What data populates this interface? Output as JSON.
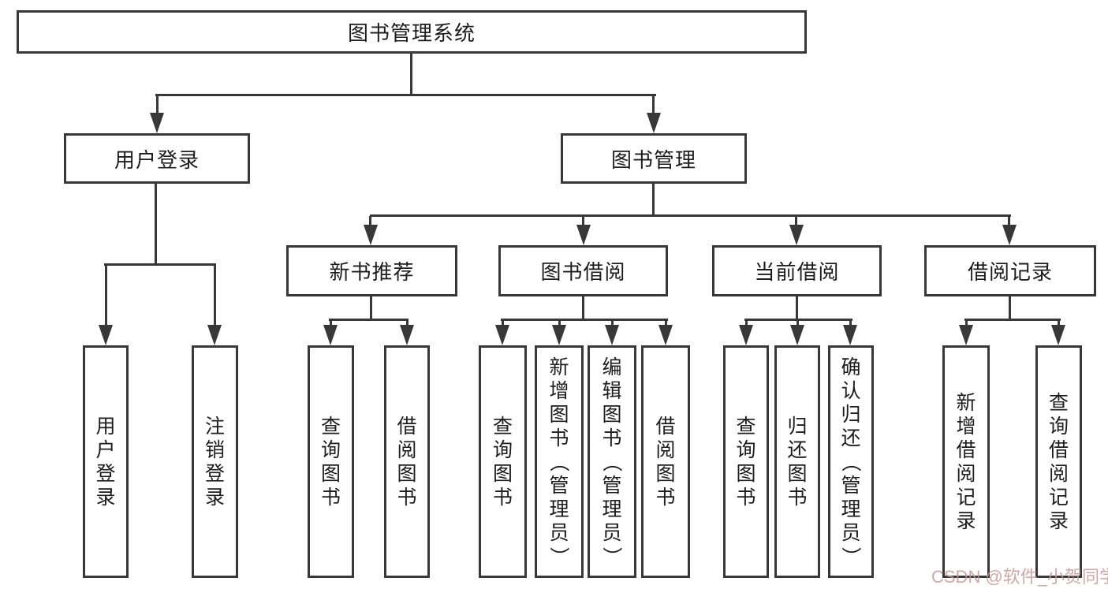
{
  "nodes": {
    "root": {
      "label": "图书管理系统"
    },
    "level2": {
      "user_login": {
        "label": "用户登录"
      },
      "book_mgmt": {
        "label": "图书管理"
      }
    },
    "level3": {
      "new_books": {
        "label": "新书推荐"
      },
      "book_borrow": {
        "label": "图书借阅"
      },
      "current_borrow": {
        "label": "当前借阅"
      },
      "borrow_records": {
        "label": "借阅记录"
      }
    },
    "leaves": {
      "user_login": {
        "label": "用户登录"
      },
      "logout": {
        "label": "注销登录"
      },
      "query_books_new": {
        "label": "查询图书"
      },
      "borrow_books_new": {
        "label": "借阅图书"
      },
      "query_books_bb": {
        "label": "查询图书"
      },
      "add_books": {
        "label": "新增图书（管理员）"
      },
      "edit_books": {
        "label": "编辑图书（管理员）"
      },
      "borrow_books_bb": {
        "label": "借阅图书"
      },
      "query_books_cur": {
        "label": "查询图书"
      },
      "return_books": {
        "label": "归还图书"
      },
      "confirm_return": {
        "label": "确认归还（管理员）"
      },
      "add_borrow_record": {
        "label": "新增借阅记录"
      },
      "query_borrow_record": {
        "label": "查询借阅记录"
      }
    }
  },
  "colors": {
    "line": "#383838",
    "text": "#1c1c1c",
    "background": "#ffffff",
    "watermark": "#c69898"
  },
  "watermark": {
    "text": "CSDN @软件_小贺同学"
  }
}
